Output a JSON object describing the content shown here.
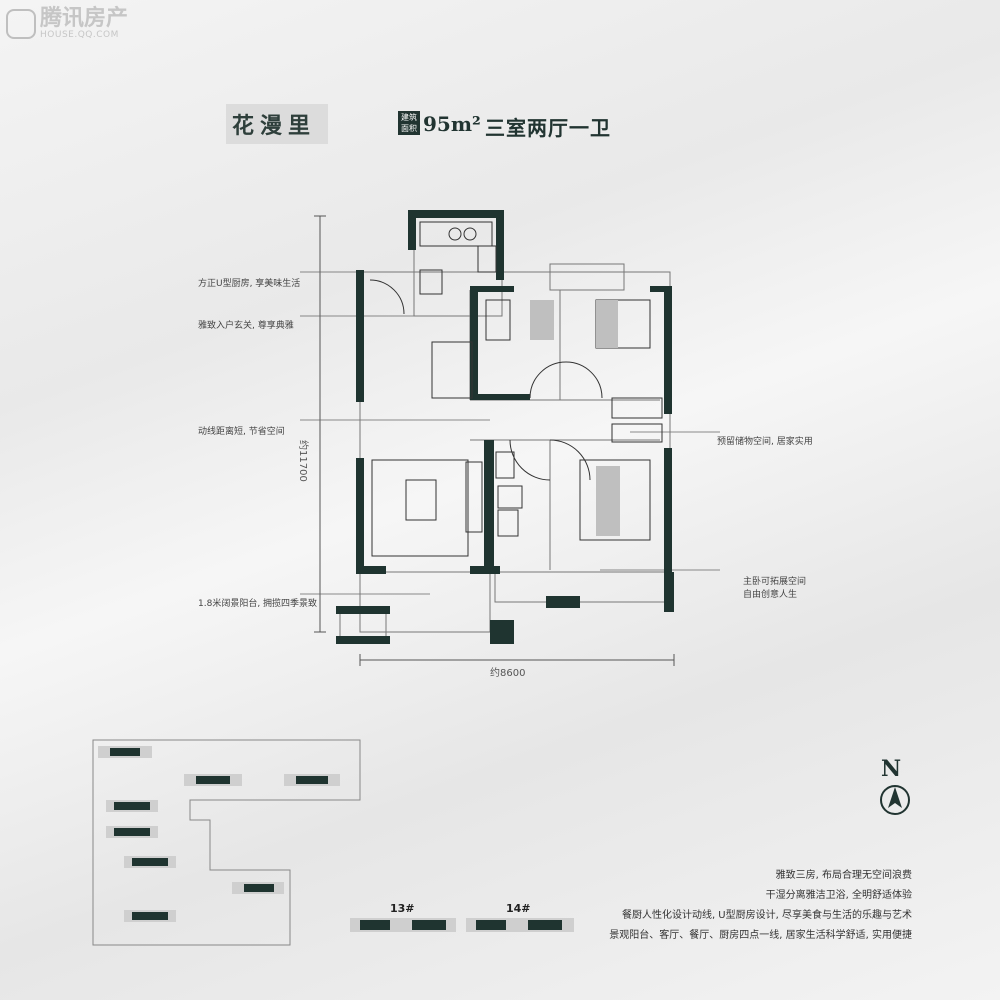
{
  "watermark": {
    "title": "腾讯房产",
    "subtitle": "HOUSE.QQ.COM"
  },
  "header": {
    "project_name": "花漫里",
    "area_tag": [
      "建筑",
      "面积"
    ],
    "area": "95m²",
    "layout": "三室两厅一卫"
  },
  "annotations": [
    "方正U型厨房, 享美味生活",
    "雅致入户玄关, 尊享典雅",
    "动线距离短, 节省空间",
    "1.8米阔景阳台, 拥揽四季景致",
    "预留储物空间, 居家实用",
    "主卧可拓展空间",
    "自由创意人生"
  ],
  "dimensions": {
    "height": "约11700",
    "width": "约8600"
  },
  "buildings": [
    "13#",
    "14#"
  ],
  "compass": {
    "label": "N"
  },
  "features": [
    "雅致三房, 布局合理无空间浪费",
    "干湿分离雅洁卫浴, 全明舒适体验",
    "餐厨人性化设计动线, U型厨房设计, 尽享美食与生活的乐趣与艺术",
    "景观阳台、客厅、餐厅、厨房四点一线, 居家生活科学舒适, 实用便捷"
  ],
  "colors": {
    "wall": "#1f3430",
    "accent": "#213431",
    "line": "#555555"
  }
}
